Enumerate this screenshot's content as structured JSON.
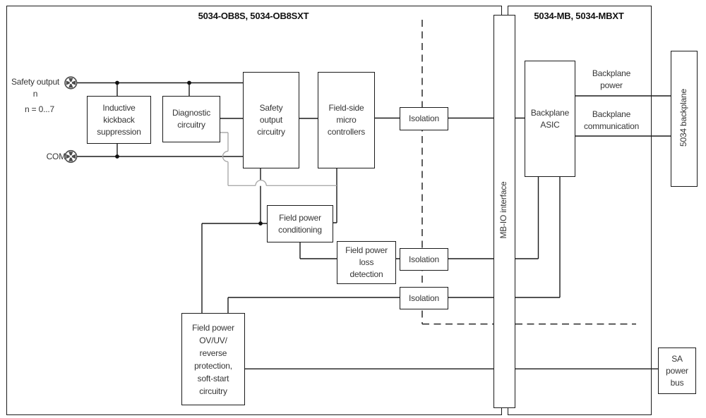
{
  "diagram": {
    "left_module": {
      "title": "5034-OB8S, 5034-OB8SXT"
    },
    "right_module": {
      "title": "5034-MB, 5034-MBXT"
    },
    "field_labels": {
      "safety_output": "Safety output\nn",
      "range": "n = 0...7",
      "com": "COM"
    },
    "boxes": {
      "inductive": "Inductive\nkickback\nsuppression",
      "diagnostic": "Diagnostic\ncircuitry",
      "safety_output_circuitry": "Safety\noutput\ncircuitry",
      "field_side_micro": "Field-side\nmicro\ncontrollers",
      "isolation_1": "Isolation",
      "isolation_2": "Isolation",
      "isolation_3": "Isolation",
      "field_power_conditioning": "Field power\nconditioning",
      "field_power_loss": "Field power\nloss\ndetection",
      "field_power_protection": "Field power\nOV/UV/\nreverse\nprotection,\nsoft-start\ncircuitry",
      "mb_io_interface": "MB-IO interface",
      "backplane_asic": "Backplane\nASIC",
      "backplane_5034": "5034 backplane",
      "sa_power_bus": "SA\npower\nbus"
    },
    "connection_labels": {
      "backplane_power": "Backplane\npower",
      "backplane_communication": "Backplane\ncommunication"
    },
    "colors": {
      "line": "#1a1a1a",
      "secondary_line": "#aaaaaa",
      "text": "#363636"
    }
  }
}
